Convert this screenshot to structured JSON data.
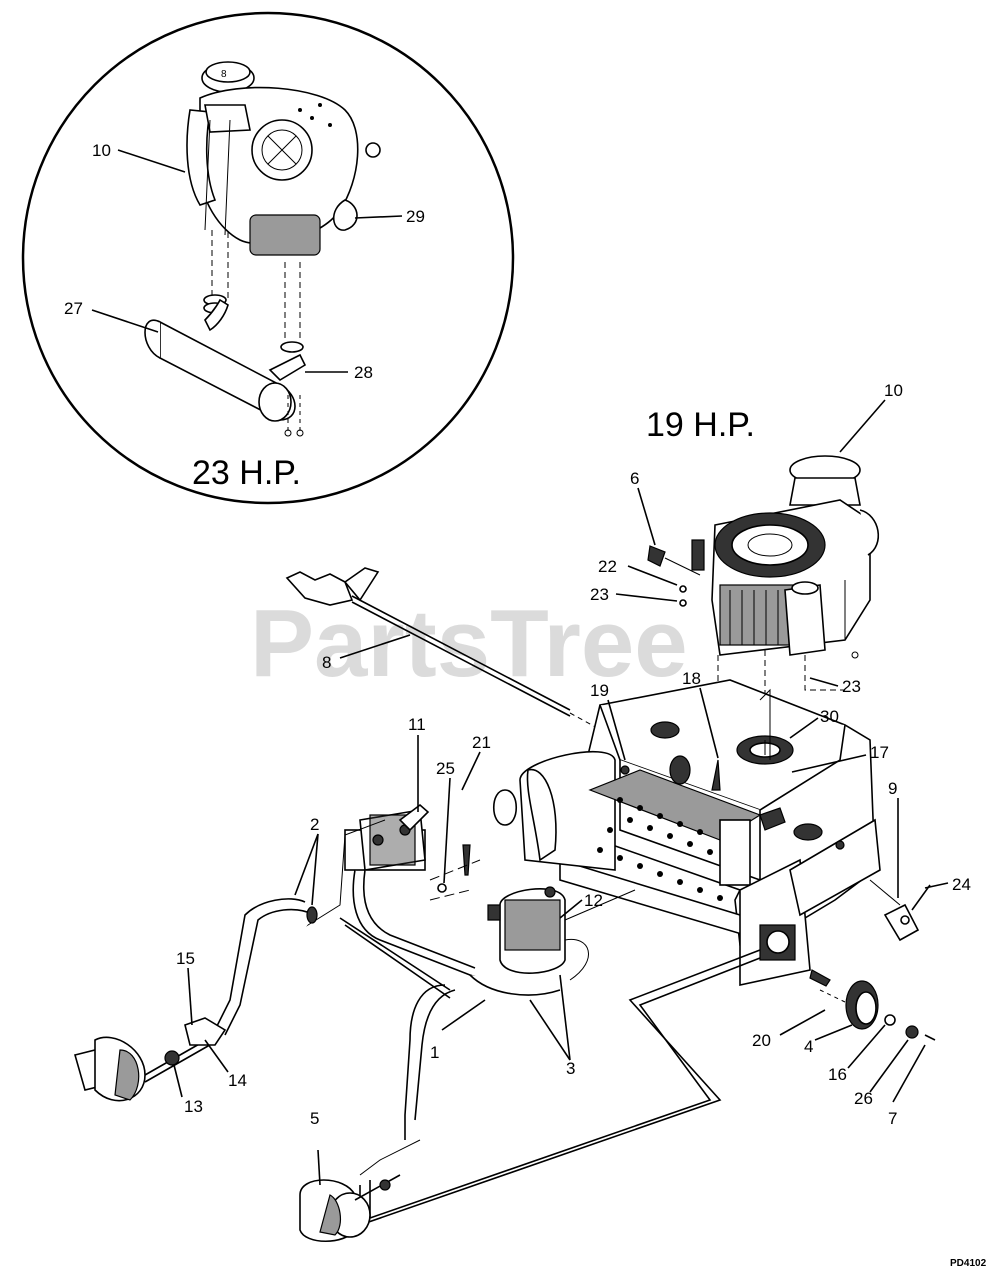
{
  "watermark": "PartsTree",
  "inset_label": "23 H.P.",
  "main_label": "19 H.P.",
  "diagram_code": "PD4102",
  "callouts": {
    "c10_inset": "10",
    "c29": "29",
    "c27": "27",
    "c28": "28",
    "c10_main": "10",
    "c6": "6",
    "c22": "22",
    "c23_a": "23",
    "c8": "8",
    "c23_b": "23",
    "c19": "19",
    "c18": "18",
    "c30": "30",
    "c17": "17",
    "c11": "11",
    "c21": "21",
    "c25": "25",
    "c2": "2",
    "c9": "9",
    "c24": "24",
    "c12": "12",
    "c15": "15",
    "c14": "14",
    "c13": "13",
    "c1": "1",
    "c3": "3",
    "c20": "20",
    "c4": "4",
    "c16": "16",
    "c26": "26",
    "c7": "7",
    "c5": "5"
  }
}
